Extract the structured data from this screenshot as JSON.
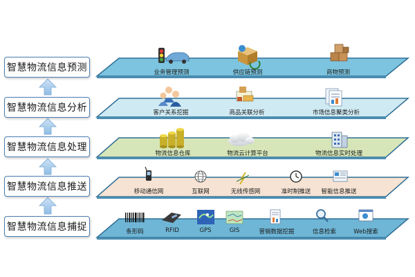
{
  "stages": [
    {
      "label": "智慧物流信息预测",
      "items": [
        "业务管理预测",
        "供应链预测",
        "商物预测"
      ]
    },
    {
      "label": "智慧物流信息分析",
      "items": [
        "客户关系挖掘",
        "商品关联分析",
        "市场信息聚类分析"
      ]
    },
    {
      "label": "智慧物流信息处理",
      "items": [
        "物流信息仓库",
        "物流云计算平台",
        "物流信息实时处理"
      ]
    },
    {
      "label": "智慧物流信息推送",
      "items": [
        "移动通信网",
        "互联网",
        "无线传感网",
        "准时制推送",
        "智能信息推送"
      ]
    },
    {
      "label": "智慧物流信息捕捉",
      "items": [
        "条形码",
        "RFID",
        "GPS",
        "GIS",
        "营销数据挖掘",
        "信息检索",
        "Web搜索"
      ]
    }
  ],
  "colors": {
    "layer_predict": "#7cc4df",
    "layer_analysis": "#cfeaf3",
    "layer_process": "#d7e6b8",
    "layer_push": "#f6e3d3",
    "layer_capture": "#6fb6d6",
    "arrow": "#9ec7ea"
  },
  "icons": {
    "predict": [
      "traffic-light-car-icon",
      "supply-chain-box-icon",
      "goods-boxes-icon"
    ],
    "analysis": [
      "customer-group-icon",
      "product-association-icon",
      "market-document-icon"
    ],
    "process": [
      "database-cylinders-icon",
      "cloud-icon",
      "server-building-icon"
    ],
    "push": [
      "mobile-phone-icon",
      "globe-icon",
      "wireless-sensor-icon",
      "clock-icon",
      "info-screen-icon"
    ],
    "capture": [
      "barcode-icon",
      "rfid-reader-icon",
      "gps-map-icon",
      "gis-map-icon",
      "data-mining-document-icon",
      "search-magnifier-icon",
      "web-browser-icon"
    ]
  }
}
